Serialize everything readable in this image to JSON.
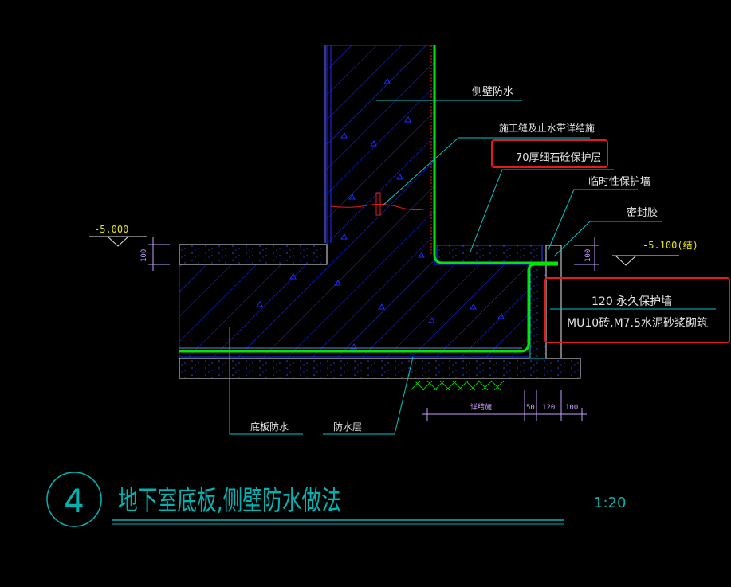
{
  "labels": {
    "side_wall_waterproof": "侧壁防水",
    "construction_joint": "施工缝及止水带详结施",
    "fine_concrete_protection": "70厚细石砼保护层",
    "temporary_protection_wall": "临时性保护墙",
    "sealant": "密封胶",
    "permanent_wall_line1": "120 永久保护墙",
    "permanent_wall_line2": "MU10砖,M7.5水泥砂浆砌筑",
    "bottom_plate_waterproof": "底板防水",
    "waterproof_layer": "防水层",
    "elev_left": "-5.000",
    "elev_right": "-5.100(结)",
    "dim_100_left": "100",
    "dim_100_right": "100",
    "dim_detail": "详结施",
    "dim_50": "50",
    "dim_120": "120",
    "dim_100_bottom": "100"
  },
  "title_block": {
    "number": "4",
    "title": "地下室底板,侧壁防水做法",
    "scale": "1:20"
  },
  "colors": {
    "background": "#000000",
    "concrete": "#1e2dff",
    "waterproof": "#00e600",
    "annotation": "#00c8c8",
    "text": "#e6e6e6",
    "elevation_text": "#e6e600",
    "highlight": "#e51b1b",
    "title": "#00b4b4",
    "dimension": "#c8a0ff"
  }
}
